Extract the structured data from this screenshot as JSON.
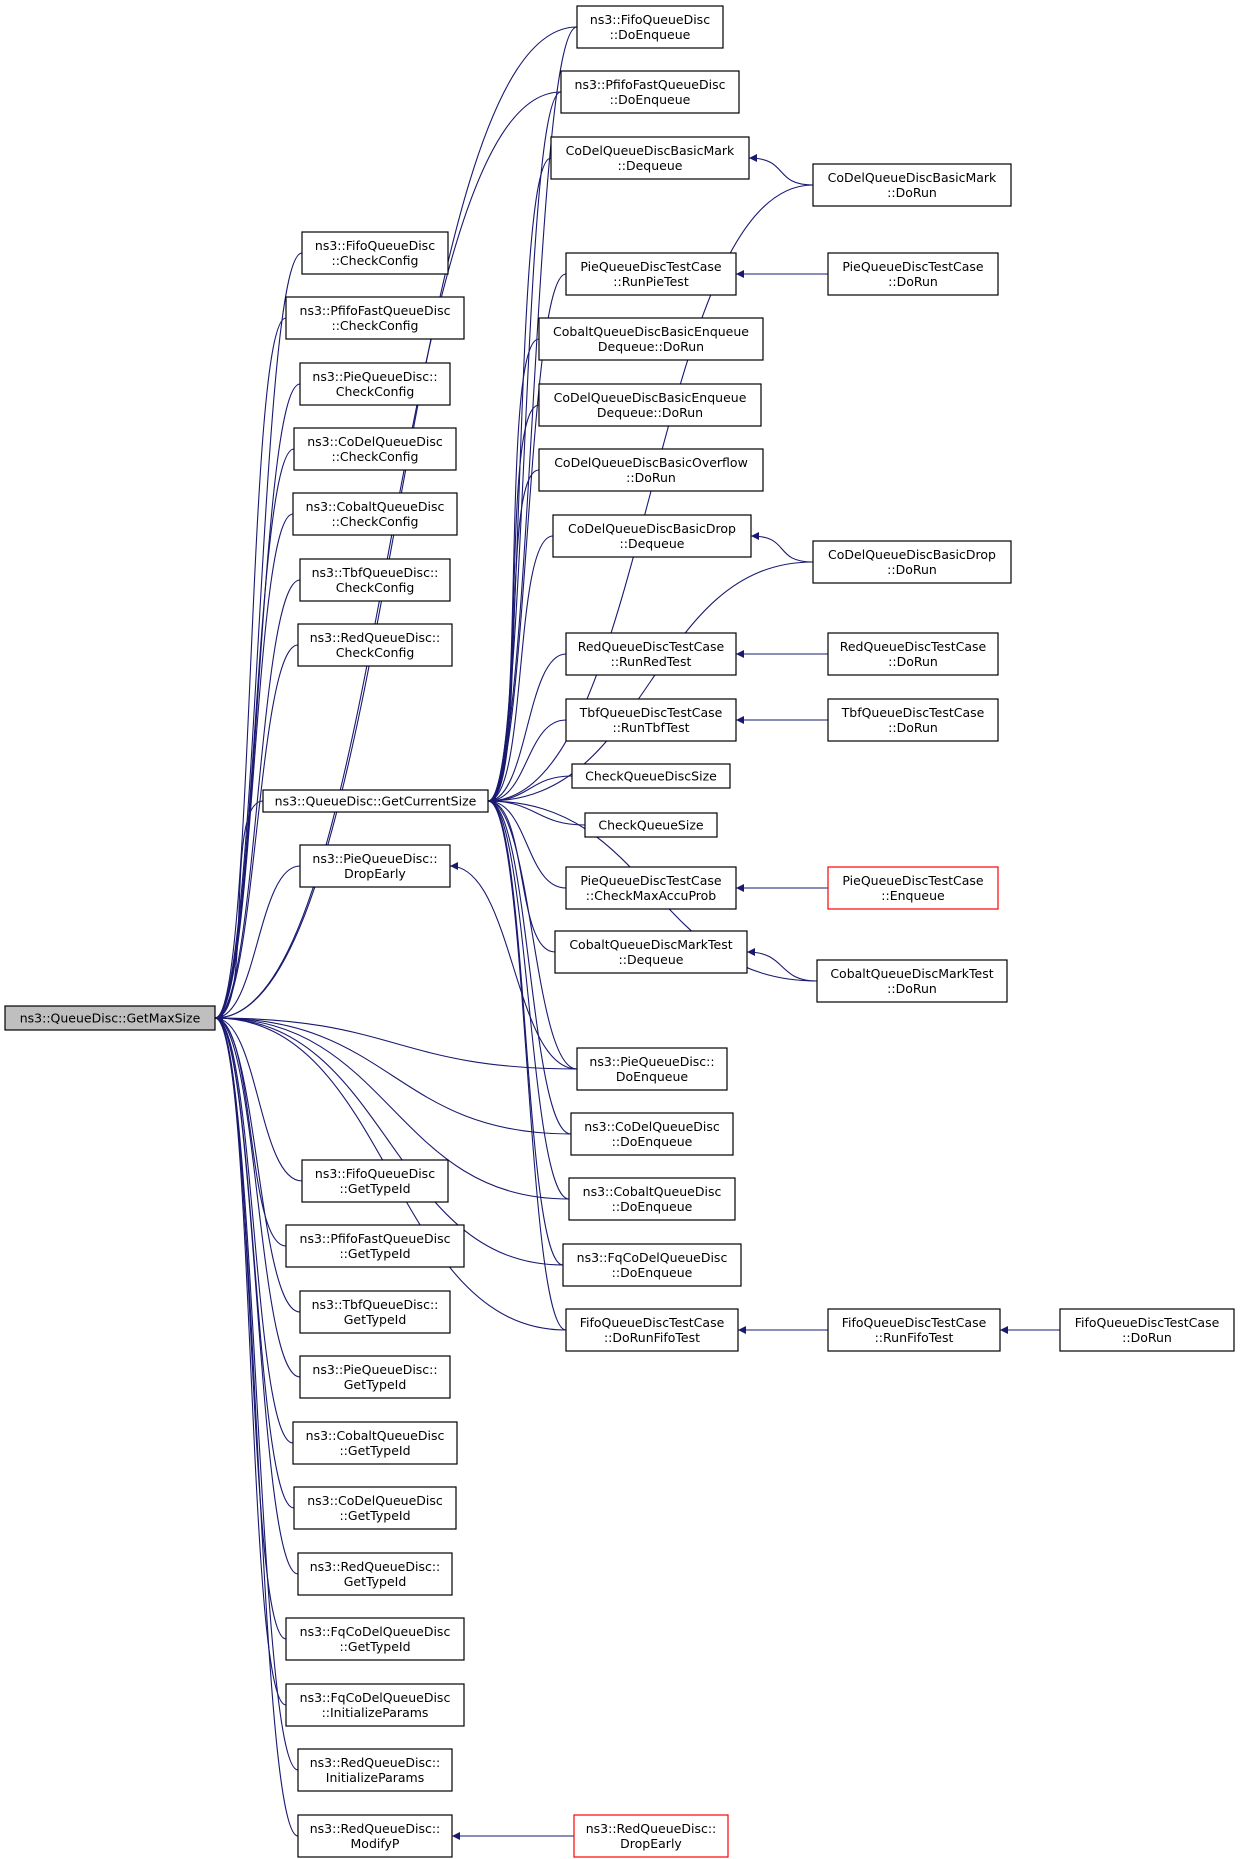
{
  "graph": {
    "root": "ns3::QueueDisc::GetMaxSize",
    "nodes": [
      {
        "id": "getmaxsize",
        "lines": [
          "ns3::QueueDisc::GetMaxSize"
        ],
        "root": true
      },
      {
        "id": "fifo_cc",
        "lines": [
          "ns3::FifoQueueDisc",
          "::CheckConfig"
        ]
      },
      {
        "id": "pfifo_cc",
        "lines": [
          "ns3::PfifoFastQueueDisc",
          "::CheckConfig"
        ]
      },
      {
        "id": "pie_cc",
        "lines": [
          "ns3::PieQueueDisc::",
          "CheckConfig"
        ]
      },
      {
        "id": "codel_cc",
        "lines": [
          "ns3::CoDelQueueDisc",
          "::CheckConfig"
        ]
      },
      {
        "id": "cobalt_cc",
        "lines": [
          "ns3::CobaltQueueDisc",
          "::CheckConfig"
        ]
      },
      {
        "id": "tbf_cc",
        "lines": [
          "ns3::TbfQueueDisc::",
          "CheckConfig"
        ]
      },
      {
        "id": "red_cc",
        "lines": [
          "ns3::RedQueueDisc::",
          "CheckConfig"
        ]
      },
      {
        "id": "getcursize",
        "lines": [
          "ns3::QueueDisc::GetCurrentSize"
        ]
      },
      {
        "id": "pie_dropearly",
        "lines": [
          "ns3::PieQueueDisc::",
          "DropEarly"
        ]
      },
      {
        "id": "fifo_gt",
        "lines": [
          "ns3::FifoQueueDisc",
          "::GetTypeId"
        ]
      },
      {
        "id": "pfifo_gt",
        "lines": [
          "ns3::PfifoFastQueueDisc",
          "::GetTypeId"
        ]
      },
      {
        "id": "tbf_gt",
        "lines": [
          "ns3::TbfQueueDisc::",
          "GetTypeId"
        ]
      },
      {
        "id": "pie_gt",
        "lines": [
          "ns3::PieQueueDisc::",
          "GetTypeId"
        ]
      },
      {
        "id": "cobalt_gt",
        "lines": [
          "ns3::CobaltQueueDisc",
          "::GetTypeId"
        ]
      },
      {
        "id": "codel_gt",
        "lines": [
          "ns3::CoDelQueueDisc",
          "::GetTypeId"
        ]
      },
      {
        "id": "red_gt",
        "lines": [
          "ns3::RedQueueDisc::",
          "GetTypeId"
        ]
      },
      {
        "id": "fqcodel_gt",
        "lines": [
          "ns3::FqCoDelQueueDisc",
          "::GetTypeId"
        ]
      },
      {
        "id": "fqcodel_ip",
        "lines": [
          "ns3::FqCoDelQueueDisc",
          "::InitializeParams"
        ]
      },
      {
        "id": "red_ip",
        "lines": [
          "ns3::RedQueueDisc::",
          "InitializeParams"
        ]
      },
      {
        "id": "red_modifyp",
        "lines": [
          "ns3::RedQueueDisc::",
          "ModifyP"
        ]
      },
      {
        "id": "fifo_enq",
        "lines": [
          "ns3::FifoQueueDisc",
          "::DoEnqueue"
        ]
      },
      {
        "id": "pfifo_enq",
        "lines": [
          "ns3::PfifoFastQueueDisc",
          "::DoEnqueue"
        ]
      },
      {
        "id": "codelmark_deq",
        "lines": [
          "CoDelQueueDiscBasicMark",
          "::Dequeue"
        ]
      },
      {
        "id": "pietest_run",
        "lines": [
          "PieQueueDiscTestCase",
          "::RunPieTest"
        ]
      },
      {
        "id": "cobaltenq_dorun",
        "lines": [
          "CobaltQueueDiscBasicEnqueue",
          "Dequeue::DoRun"
        ]
      },
      {
        "id": "codelenq_dorun",
        "lines": [
          "CoDelQueueDiscBasicEnqueue",
          "Dequeue::DoRun"
        ]
      },
      {
        "id": "codelovf_dorun",
        "lines": [
          "CoDelQueueDiscBasicOverflow",
          "::DoRun"
        ]
      },
      {
        "id": "codeldrop_deq",
        "lines": [
          "CoDelQueueDiscBasicDrop",
          "::Dequeue"
        ]
      },
      {
        "id": "redtest_run",
        "lines": [
          "RedQueueDiscTestCase",
          "::RunRedTest"
        ]
      },
      {
        "id": "tbftest_run",
        "lines": [
          "TbfQueueDiscTestCase",
          "::RunTbfTest"
        ]
      },
      {
        "id": "checkqdsize",
        "lines": [
          "CheckQueueDiscSize"
        ]
      },
      {
        "id": "checkqsize",
        "lines": [
          "CheckQueueSize"
        ]
      },
      {
        "id": "pietest_cmap",
        "lines": [
          "PieQueueDiscTestCase",
          "::CheckMaxAccuProb"
        ]
      },
      {
        "id": "cobaltmark_deq",
        "lines": [
          "CobaltQueueDiscMarkTest",
          "::Dequeue"
        ]
      },
      {
        "id": "pie_enq",
        "lines": [
          "ns3::PieQueueDisc::",
          "DoEnqueue"
        ]
      },
      {
        "id": "codel_enq",
        "lines": [
          "ns3::CoDelQueueDisc",
          "::DoEnqueue"
        ]
      },
      {
        "id": "cobalt_enq",
        "lines": [
          "ns3::CobaltQueueDisc",
          "::DoEnqueue"
        ]
      },
      {
        "id": "fqcodel_enq",
        "lines": [
          "ns3::FqCoDelQueueDisc",
          "::DoEnqueue"
        ]
      },
      {
        "id": "fifotest_dorunfifo",
        "lines": [
          "FifoQueueDiscTestCase",
          "::DoRunFifoTest"
        ]
      },
      {
        "id": "red_dropearly",
        "lines": [
          "ns3::RedQueueDisc::",
          "DropEarly"
        ],
        "red": true
      },
      {
        "id": "codelmark_dorun",
        "lines": [
          "CoDelQueueDiscBasicMark",
          "::DoRun"
        ]
      },
      {
        "id": "pietest_dorun",
        "lines": [
          "PieQueueDiscTestCase",
          "::DoRun"
        ]
      },
      {
        "id": "codeldrop_dorun",
        "lines": [
          "CoDelQueueDiscBasicDrop",
          "::DoRun"
        ]
      },
      {
        "id": "redtest_dorun",
        "lines": [
          "RedQueueDiscTestCase",
          "::DoRun"
        ]
      },
      {
        "id": "tbftest_dorun",
        "lines": [
          "TbfQueueDiscTestCase",
          "::DoRun"
        ]
      },
      {
        "id": "pietest_enq",
        "lines": [
          "PieQueueDiscTestCase",
          "::Enqueue"
        ],
        "red": true
      },
      {
        "id": "cobaltmark_dorun",
        "lines": [
          "CobaltQueueDiscMarkTest",
          "::DoRun"
        ]
      },
      {
        "id": "fifotest_runfifo",
        "lines": [
          "FifoQueueDiscTestCase",
          "::RunFifoTest"
        ]
      },
      {
        "id": "fifotest_dorun",
        "lines": [
          "FifoQueueDiscTestCase",
          "::DoRun"
        ]
      }
    ],
    "edges": [
      [
        "fifo_cc",
        "getmaxsize"
      ],
      [
        "pfifo_cc",
        "getmaxsize"
      ],
      [
        "pie_cc",
        "getmaxsize"
      ],
      [
        "codel_cc",
        "getmaxsize"
      ],
      [
        "cobalt_cc",
        "getmaxsize"
      ],
      [
        "tbf_cc",
        "getmaxsize"
      ],
      [
        "red_cc",
        "getmaxsize"
      ],
      [
        "getcursize",
        "getmaxsize"
      ],
      [
        "pie_dropearly",
        "getmaxsize"
      ],
      [
        "fifo_gt",
        "getmaxsize"
      ],
      [
        "pfifo_gt",
        "getmaxsize"
      ],
      [
        "tbf_gt",
        "getmaxsize"
      ],
      [
        "pie_gt",
        "getmaxsize"
      ],
      [
        "cobalt_gt",
        "getmaxsize"
      ],
      [
        "codel_gt",
        "getmaxsize"
      ],
      [
        "red_gt",
        "getmaxsize"
      ],
      [
        "fqcodel_gt",
        "getmaxsize"
      ],
      [
        "fqcodel_ip",
        "getmaxsize"
      ],
      [
        "red_ip",
        "getmaxsize"
      ],
      [
        "red_modifyp",
        "getmaxsize"
      ],
      [
        "fifo_enq",
        "getmaxsize"
      ],
      [
        "pfifo_enq",
        "getmaxsize"
      ],
      [
        "pie_enq",
        "getmaxsize"
      ],
      [
        "codel_enq",
        "getmaxsize"
      ],
      [
        "cobalt_enq",
        "getmaxsize"
      ],
      [
        "fqcodel_enq",
        "getmaxsize"
      ],
      [
        "fifotest_dorunfifo",
        "getmaxsize"
      ],
      [
        "fifo_enq",
        "getcursize"
      ],
      [
        "pfifo_enq",
        "getcursize"
      ],
      [
        "codelmark_deq",
        "getcursize"
      ],
      [
        "codelmark_dorun",
        "getcursize"
      ],
      [
        "pietest_run",
        "getcursize"
      ],
      [
        "cobaltenq_dorun",
        "getcursize"
      ],
      [
        "codelenq_dorun",
        "getcursize"
      ],
      [
        "codelovf_dorun",
        "getcursize"
      ],
      [
        "codeldrop_deq",
        "getcursize"
      ],
      [
        "codeldrop_dorun",
        "getcursize"
      ],
      [
        "redtest_run",
        "getcursize"
      ],
      [
        "tbftest_run",
        "getcursize"
      ],
      [
        "checkqdsize",
        "getcursize"
      ],
      [
        "checkqsize",
        "getcursize"
      ],
      [
        "pietest_cmap",
        "getcursize"
      ],
      [
        "cobaltmark_deq",
        "getcursize"
      ],
      [
        "cobaltmark_dorun",
        "getcursize"
      ],
      [
        "pie_enq",
        "getcursize"
      ],
      [
        "codel_enq",
        "getcursize"
      ],
      [
        "cobalt_enq",
        "getcursize"
      ],
      [
        "fqcodel_enq",
        "getcursize"
      ],
      [
        "fifotest_dorunfifo",
        "getcursize"
      ],
      [
        "pie_enq",
        "pie_dropearly"
      ],
      [
        "red_dropearly",
        "red_modifyp"
      ],
      [
        "codelmark_dorun",
        "codelmark_deq"
      ],
      [
        "pietest_dorun",
        "pietest_run"
      ],
      [
        "codeldrop_dorun",
        "codeldrop_deq"
      ],
      [
        "redtest_dorun",
        "redtest_run"
      ],
      [
        "tbftest_dorun",
        "tbftest_run"
      ],
      [
        "pietest_enq",
        "pietest_cmap"
      ],
      [
        "cobaltmark_dorun",
        "cobaltmark_deq"
      ],
      [
        "fifotest_runfifo",
        "fifotest_dorunfifo"
      ],
      [
        "fifotest_dorun",
        "fifotest_runfifo"
      ]
    ]
  }
}
